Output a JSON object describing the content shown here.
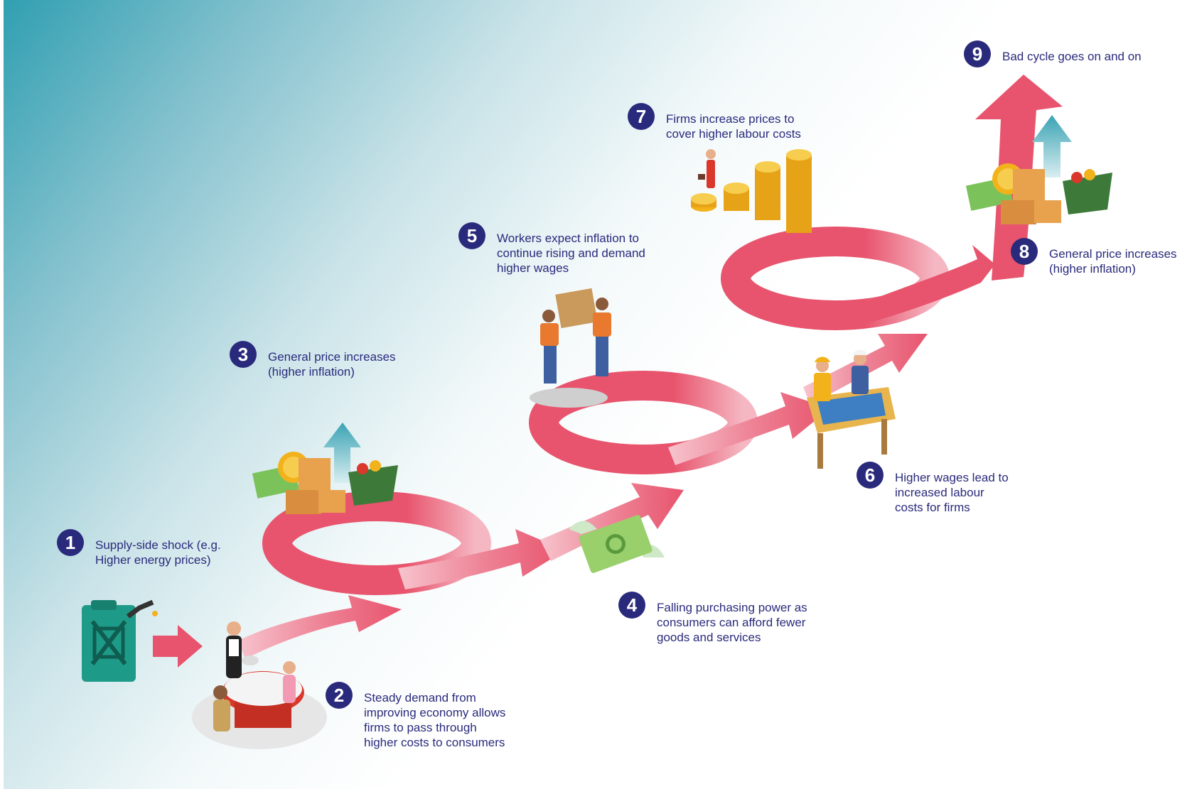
{
  "colors": {
    "arrow": "#e8546d",
    "badge": "#2a2a7c",
    "text": "#2a2a7c",
    "teal": "#2f9fb1"
  },
  "icons": [
    "fuel-can-icon",
    "restaurant-diners-icon",
    "shopping-goods-icon",
    "flying-banknote-icon",
    "workers-carrying-box-icon",
    "engineers-blueprint-icon",
    "coin-stacks-icon",
    "shopping-goods-icon"
  ],
  "steps": [
    {
      "number": "1",
      "lines": [
        "Supply-side shock (e.g.",
        "Higher energy prices)"
      ]
    },
    {
      "number": "2",
      "lines": [
        "Steady demand from",
        "improving economy allows",
        "firms to pass through",
        "higher costs to consumers"
      ]
    },
    {
      "number": "3",
      "lines": [
        "General price increases",
        "(higher inflation)"
      ]
    },
    {
      "number": "4",
      "lines": [
        "Falling purchasing power as",
        "consumers can afford fewer",
        "goods and services"
      ]
    },
    {
      "number": "5",
      "lines": [
        "Workers expect inflation to",
        "continue rising and demand",
        "higher wages"
      ]
    },
    {
      "number": "6",
      "lines": [
        "Higher wages lead to",
        "increased labour",
        "costs for firms"
      ]
    },
    {
      "number": "7",
      "lines": [
        "Firms increase prices to",
        "cover higher labour costs"
      ]
    },
    {
      "number": "8",
      "lines": [
        "General price increases",
        "(higher inflation)"
      ]
    },
    {
      "number": "9",
      "lines": [
        "Bad cycle goes on and on"
      ]
    }
  ]
}
